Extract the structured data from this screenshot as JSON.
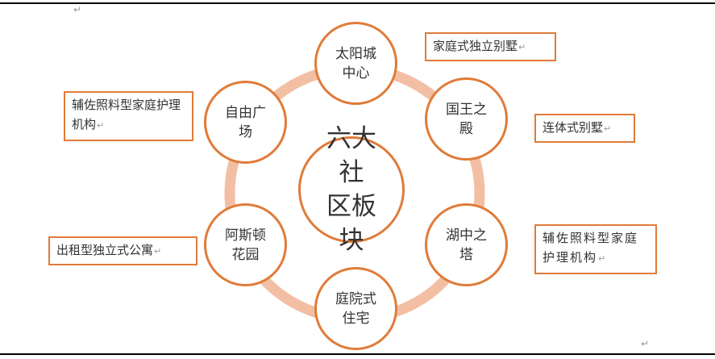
{
  "diagram": {
    "center": {
      "label": "六大社\n区板块"
    },
    "nodes": [
      {
        "label": "太阳城\n中心"
      },
      {
        "label": "国王之\n殿"
      },
      {
        "label": "湖中之\n塔"
      },
      {
        "label": "庭院式\n住宅"
      },
      {
        "label": "阿斯顿\n花园"
      },
      {
        "label": "自由广\n场"
      }
    ],
    "notes": [
      {
        "text": "家庭式独立别墅"
      },
      {
        "text": "连体式别墅"
      },
      {
        "text": "辅佐照料型家庭护理机构"
      },
      {
        "text": "出租型独立式公寓"
      },
      {
        "text": "辅佐照料型家庭护理机构"
      }
    ],
    "para_mark": "↵"
  },
  "colors": {
    "node_border": "#e07b39",
    "ring": "#f3bfa4",
    "text": "#333333",
    "rule": "#000000"
  }
}
